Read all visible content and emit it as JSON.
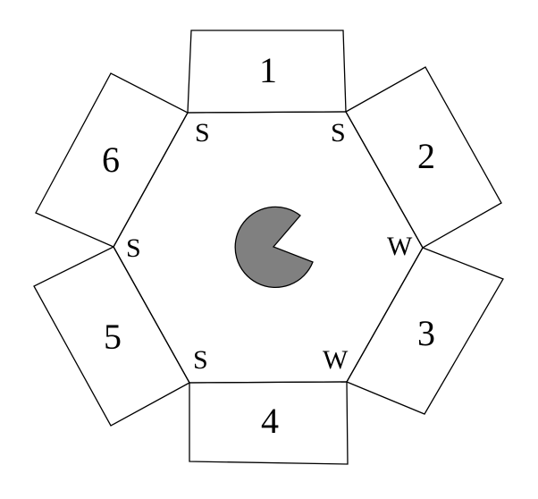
{
  "rooms": [
    {
      "id": "1",
      "label": "1"
    },
    {
      "id": "2",
      "label": "2"
    },
    {
      "id": "3",
      "label": "3"
    },
    {
      "id": "4",
      "label": "4"
    },
    {
      "id": "5",
      "label": "5"
    },
    {
      "id": "6",
      "label": "6"
    }
  ],
  "vertex_labels": {
    "top_left": "S",
    "top_right": "S",
    "right": "W",
    "bottom_right": "W",
    "bottom_left": "S",
    "left": "S"
  },
  "agent": {
    "icon": "pacman-icon",
    "fill_color": "#808080",
    "stroke_color": "#000000"
  }
}
